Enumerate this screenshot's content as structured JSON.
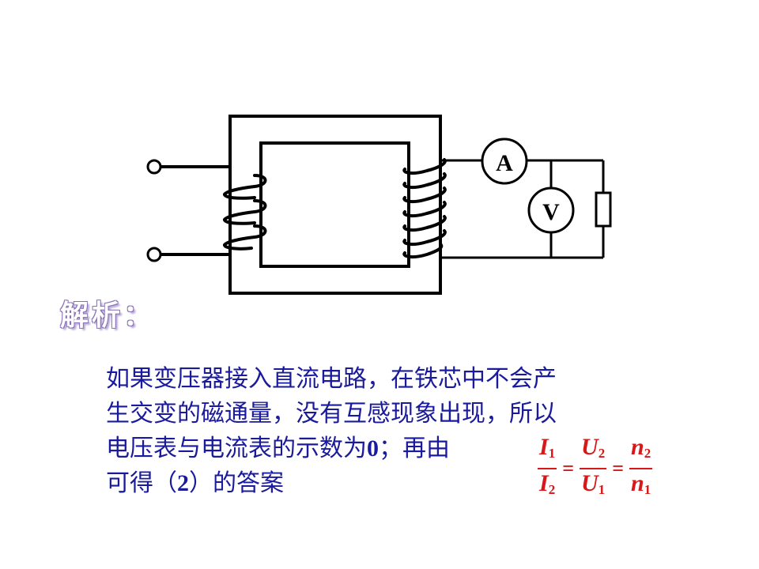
{
  "diagram": {
    "ammeter_label": "A",
    "voltmeter_label": "V"
  },
  "section_label": "解析：",
  "explanation_lines": [
    "如果变压器接入直流电路，在铁芯中不会产",
    "生交变的磁通量，没有互感现象出现，所以",
    "电压表与电流表的示数为",
    "可得（",
    "）的答案"
  ],
  "explanation_number_zero": "0",
  "explanation_after_zero": "；再由",
  "explanation_number_two": "2",
  "formula": {
    "f1_num": "I",
    "f1_num_sub": "1",
    "f1_den": "I",
    "f1_den_sub": "2",
    "f2_num": "U",
    "f2_num_sub": "2",
    "f2_den": "U",
    "f2_den_sub": "1",
    "f3_num": "n",
    "f3_num_sub": "2",
    "f3_den": "n",
    "f3_den_sub": "1",
    "equals": "="
  },
  "colors": {
    "text": "#1a1a9c",
    "formula": "#d81818",
    "diagram": "#000000",
    "label_outline": "#8a72b8"
  }
}
